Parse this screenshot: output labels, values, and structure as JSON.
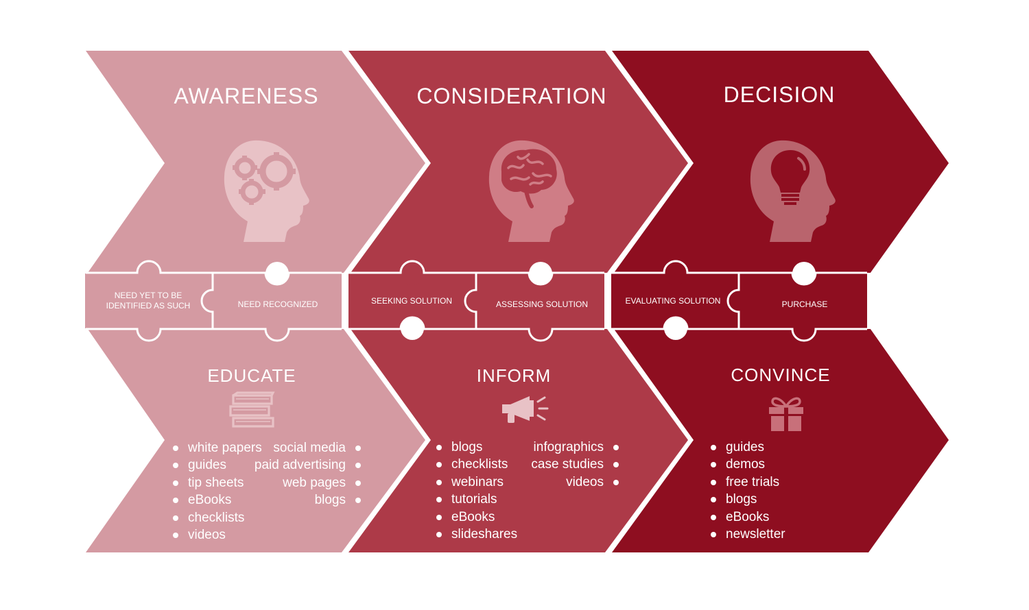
{
  "colors": {
    "awareness": "#d49aa2",
    "consideration": "#ad3a48",
    "decision": "#8e0e20",
    "awareness_icon": "#e8c2c6",
    "consideration_icon": "#cf7d86",
    "decision_icon": "#b9646d",
    "separator": "#ffffff"
  },
  "stages": [
    {
      "title": "AWARENESS",
      "icon": "head-gears-icon",
      "pieces": [
        "NEED YET TO BE IDENTIFIED AS SUCH",
        "NEED RECOGNIZED"
      ],
      "action": "EDUCATE",
      "action_icon": "books-icon",
      "list_left": [
        "white papers",
        "guides",
        "tip sheets",
        "eBooks",
        "checklists",
        "videos"
      ],
      "list_right": [
        "social media",
        "paid advertising",
        "web pages",
        "blogs"
      ]
    },
    {
      "title": "CONSIDERATION",
      "icon": "head-brain-icon",
      "pieces": [
        "SEEKING SOLUTION",
        "ASSESSING SOLUTION"
      ],
      "action": "INFORM",
      "action_icon": "megaphone-icon",
      "list_left": [
        "blogs",
        "checklists",
        "webinars",
        "tutorials",
        "eBooks",
        "slideshares"
      ],
      "list_right": [
        "infographics",
        "case studies",
        "videos"
      ]
    },
    {
      "title": "DECISION",
      "icon": "head-lightbulb-icon",
      "pieces": [
        "EVALUATING SOLUTION",
        "PURCHASE"
      ],
      "action": "CONVINCE",
      "action_icon": "gift-icon",
      "list_left": [
        "guides",
        "demos",
        "free trials",
        "blogs",
        "eBooks",
        "newsletter"
      ],
      "list_right": []
    }
  ]
}
